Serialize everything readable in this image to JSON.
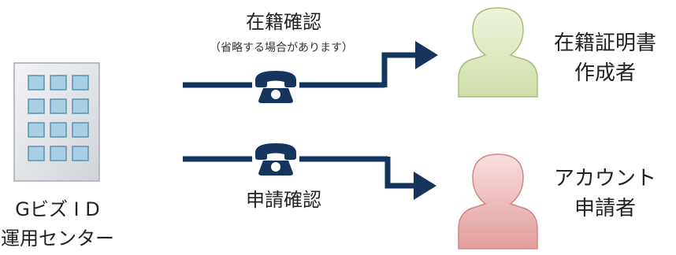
{
  "building": {
    "label_line1": "Gビズ I D",
    "label_line2": "運用センター"
  },
  "top_flow": {
    "label": "在籍確認",
    "note": "（省略する場合があります）",
    "icon": "telephone-icon"
  },
  "bottom_flow": {
    "label": "申請確認",
    "icon": "telephone-icon"
  },
  "recipient_top": {
    "label_line1": "在籍証明書",
    "label_line2": "作成者",
    "icon": "person-icon"
  },
  "recipient_bottom": {
    "label_line1": "アカウント",
    "label_line2": "申請者",
    "icon": "person-icon"
  },
  "colors": {
    "arrow": "#15345e",
    "building_fill": "#e3e6ea",
    "window_fill": "#a9cfe3",
    "person_top_fill": "#dfe9c3",
    "person_bottom_fill": "#eeb7b7"
  }
}
